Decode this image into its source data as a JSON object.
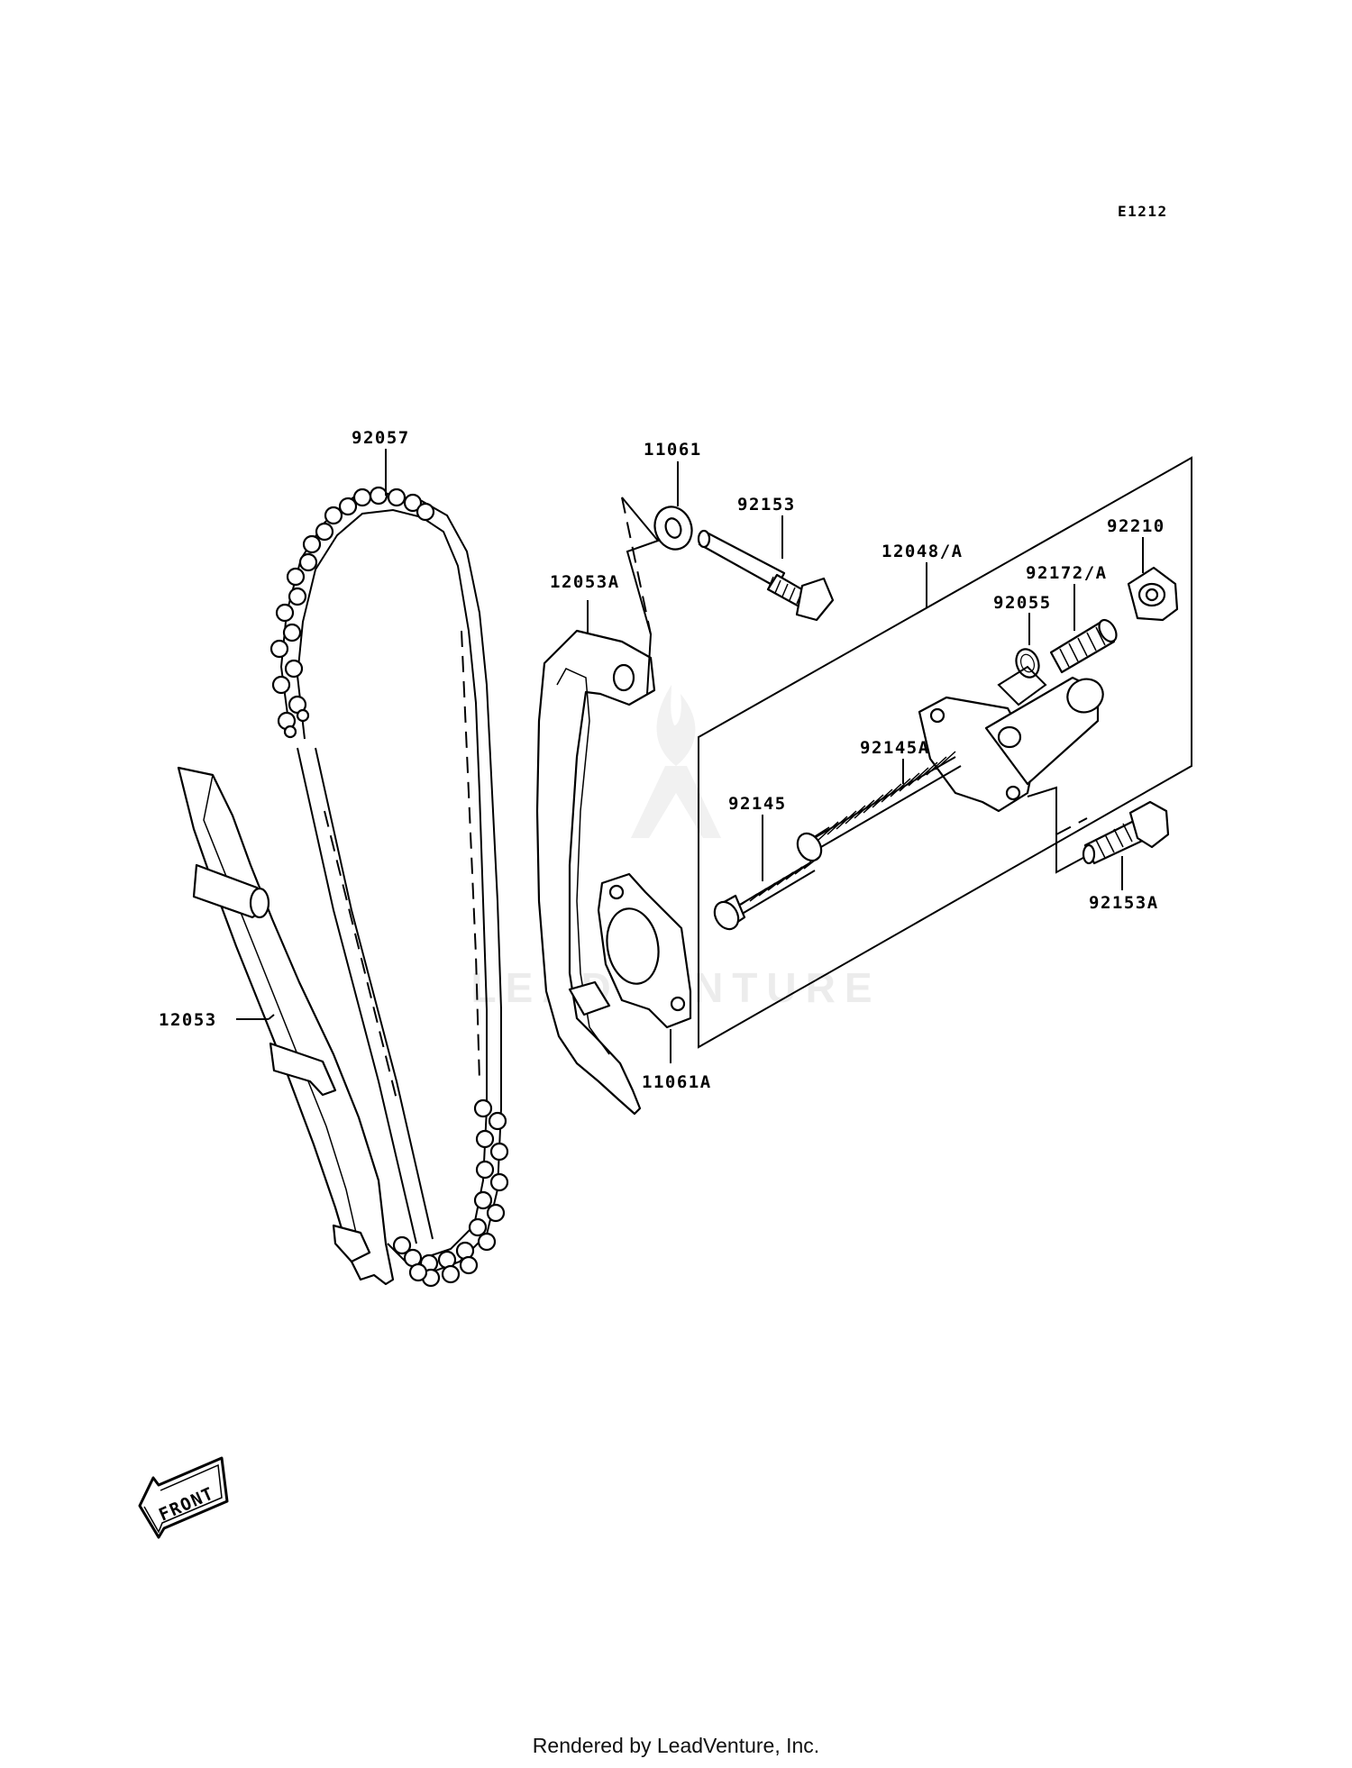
{
  "diagram": {
    "code": "E1212",
    "labels": {
      "chain": "92057",
      "washer_top": "11061",
      "bolt_top": "92153",
      "tensioner_assy": "12048/A",
      "guide_right": "12053A",
      "nut": "92210",
      "plug": "92172/A",
      "oring": "92055",
      "spring_a": "92145A",
      "spring": "92145",
      "bolt_right": "92153A",
      "guide_left": "12053",
      "gasket": "11061A"
    },
    "direction_label": "FRONT",
    "watermark": "LEADVENTURE"
  },
  "footer": {
    "text": "Rendered by LeadVenture, Inc."
  }
}
